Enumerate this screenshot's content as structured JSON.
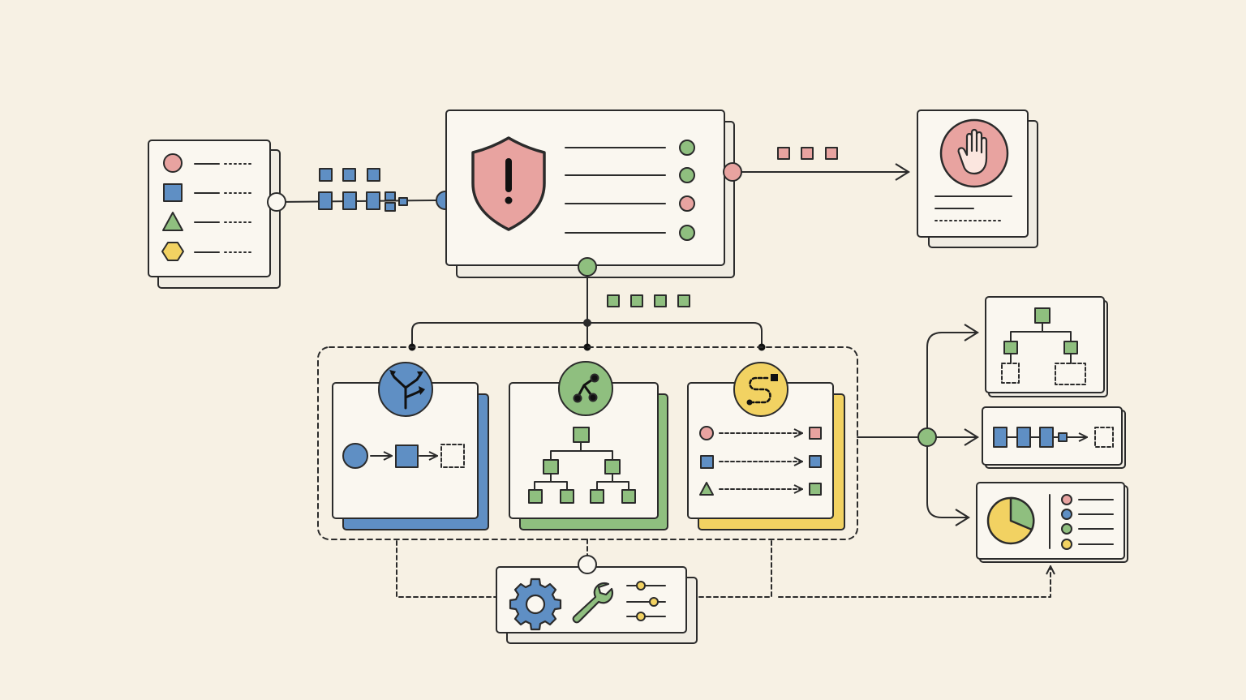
{
  "palette": {
    "background": "#f7f1e4",
    "ink": "#2b2b2b",
    "card": "#faf7f0",
    "red": "#e8a3a0",
    "blue": "#5f8fc4",
    "green": "#8fbf7f",
    "yellow": "#f2d262"
  },
  "nodes": {
    "input_legend": {
      "icons": [
        "circle-icon",
        "square-icon",
        "triangle-icon",
        "hexagon-icon"
      ]
    },
    "guard_card": {
      "icon": "warning-shield-icon",
      "indicators": [
        "green",
        "green",
        "red",
        "green"
      ]
    },
    "stop_card": {
      "icon": "stop-hand-icon"
    },
    "branches": [
      {
        "icon": "branching-icon",
        "accent": "blue"
      },
      {
        "icon": "graph-nodes-icon",
        "accent": "green"
      },
      {
        "icon": "route-path-icon",
        "accent": "yellow"
      }
    ],
    "settings_panel": {
      "icons": [
        "gear-icon",
        "wrench-icon",
        "sliders-icon"
      ]
    },
    "outputs": [
      {
        "icon": "tree-structure-icon"
      },
      {
        "icon": "pipeline-icon"
      },
      {
        "icon": "pie-chart-icon"
      }
    ]
  }
}
